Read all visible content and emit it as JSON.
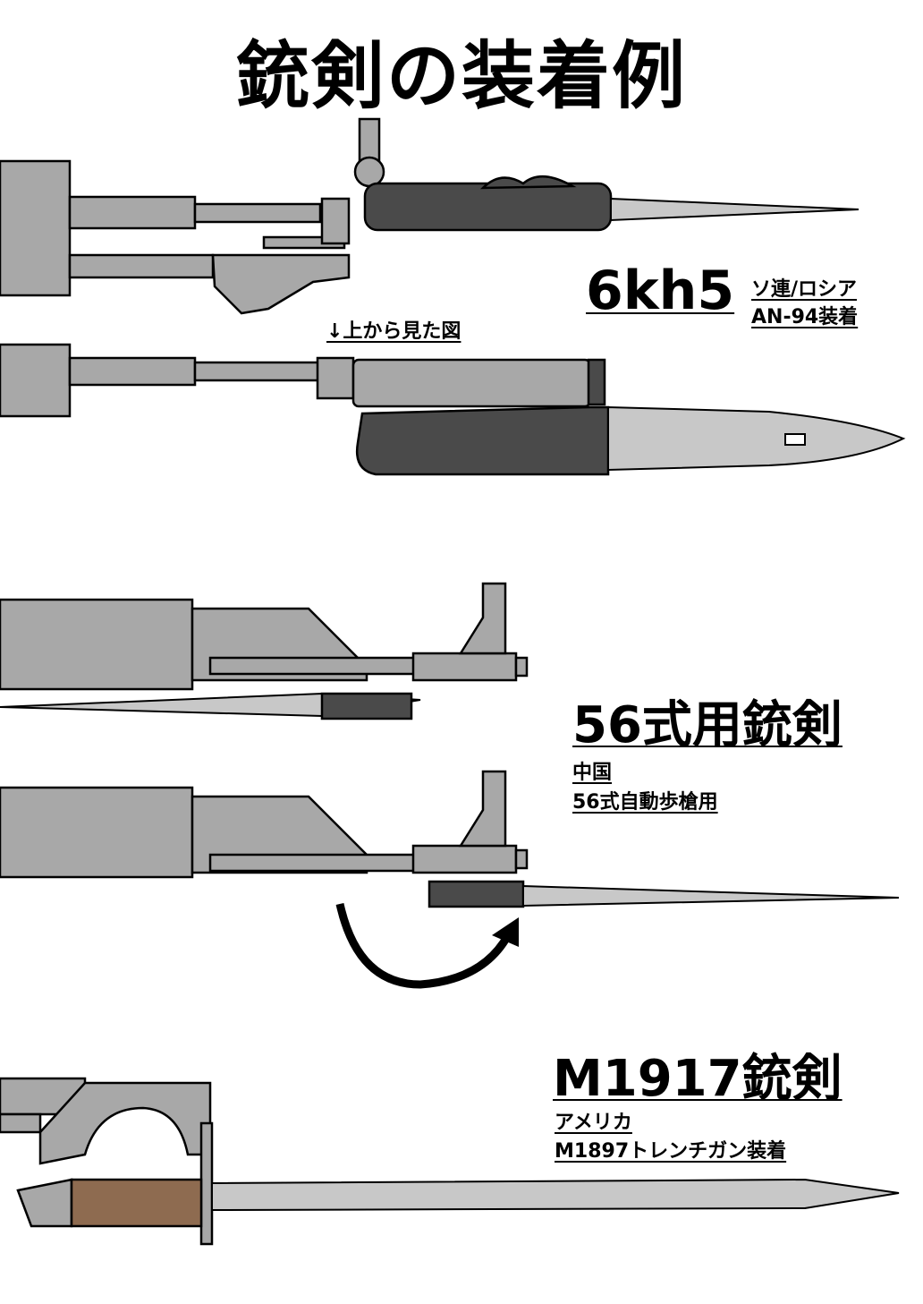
{
  "title": "銃剣の装着例",
  "sections": [
    {
      "name": "6kh5",
      "lines": [
        "ソ連/ロシア",
        "AN-94装着"
      ],
      "note": "↓上から見た図"
    },
    {
      "name": "56式用銃剣",
      "lines": [
        "中国",
        "56式自動歩槍用"
      ]
    },
    {
      "name": "M1917銃剣",
      "lines": [
        "アメリカ",
        "M1897トレンチガン装着"
      ]
    }
  ],
  "colors": {
    "metal": "#a8a8a8",
    "dark": "#4a4a4a",
    "blade": "#c8c8c8",
    "wood": "#8e6b50"
  }
}
